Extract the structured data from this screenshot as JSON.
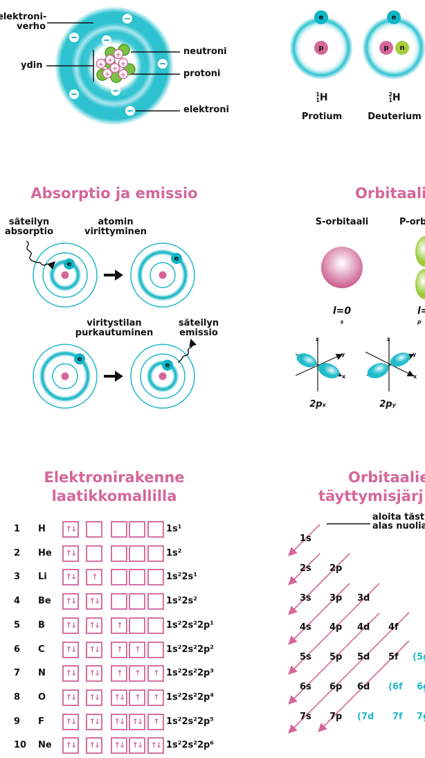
{
  "atom": {
    "labels": {
      "cloud_1": "elektroni-",
      "cloud_2": "verho",
      "nucleus": "ydin",
      "neutron": "neutroni",
      "proton": "protoni",
      "electron": "elektroni"
    }
  },
  "isotopes": [
    {
      "name": "Protium",
      "mass": "1",
      "atomic": "1",
      "symbol": "H",
      "particles": [
        "p"
      ],
      "electron": "e"
    },
    {
      "name": "Deuterium",
      "mass": "2",
      "atomic": "1",
      "symbol": "H",
      "particles": [
        "p",
        "n"
      ],
      "electron": "e"
    }
  ],
  "absorption": {
    "title": "Absorptio ja emissio",
    "abs_1": "säteilyn",
    "abs_2": "absorptio",
    "exc_1": "atomin",
    "exc_2": "virittyminen",
    "dec_1": "viritystilan",
    "dec_2": "purkautuminen",
    "emi_1": "säteilyn",
    "emi_2": "emissio",
    "electron": "e"
  },
  "orbitals": {
    "title": "Orbitaali",
    "s_label": "S-orbitaali",
    "p_label": "P-orb",
    "s_l": "l=0",
    "s_sub": "s",
    "p_l": "l=",
    "p_sub": "p",
    "px": "2p",
    "px_sub": "x",
    "py": "2p",
    "py_sub": "y",
    "axis_z": "z",
    "axis_y": "y",
    "axis_x": "x"
  },
  "boxes": {
    "title_1": "Elektronirakenne",
    "title_2": "laatikkomallilla",
    "rows": [
      {
        "n": "1",
        "sym": "H",
        "boxes": [
          "↑↓",
          "",
          "",
          "",
          ""
        ],
        "config": "1s¹"
      },
      {
        "n": "2",
        "sym": "He",
        "boxes": [
          "↑↓",
          "",
          "",
          "",
          ""
        ],
        "config": "1s²"
      },
      {
        "n": "3",
        "sym": "Li",
        "boxes": [
          "↑↓",
          "↑",
          "",
          "",
          ""
        ],
        "config": "1s²2s¹"
      },
      {
        "n": "4",
        "sym": "Be",
        "boxes": [
          "↑↓",
          "↑↓",
          "",
          "",
          ""
        ],
        "config": "1s²2s²"
      },
      {
        "n": "5",
        "sym": "B",
        "boxes": [
          "↑↓",
          "↑↓",
          "↑",
          "",
          ""
        ],
        "config": "1s²2s²2p¹"
      },
      {
        "n": "6",
        "sym": "C",
        "boxes": [
          "↑↓",
          "↑↓",
          "↑",
          "↑",
          ""
        ],
        "config": "1s²2s²2p²"
      },
      {
        "n": "7",
        "sym": "N",
        "boxes": [
          "↑↓",
          "↑↓",
          "↑",
          "↑",
          "↑"
        ],
        "config": "1s²2s²2p³"
      },
      {
        "n": "8",
        "sym": "O",
        "boxes": [
          "↑↓",
          "↑↓",
          "↑↓",
          "↑",
          "↑"
        ],
        "config": "1s²2s²2p⁴"
      },
      {
        "n": "9",
        "sym": "F",
        "boxes": [
          "↑↓",
          "↑↓",
          "↑↓",
          "↑↓",
          "↑"
        ],
        "config": "1s²2s²2p⁵"
      },
      {
        "n": "10",
        "sym": "Ne",
        "boxes": [
          "↑↓",
          "↑↓",
          "↑↓",
          "↑↓",
          "↑↓"
        ],
        "config": "1s²2s²2p⁶"
      }
    ]
  },
  "filling": {
    "title_1": "Orbitaalie",
    "title_2": "täyttymisjärj",
    "hint_1": "aloita täst",
    "hint_2": "alas nuolia",
    "grid": [
      [
        {
          "t": "1s"
        }
      ],
      [
        {
          "t": "2s"
        },
        {
          "t": "2p"
        }
      ],
      [
        {
          "t": "3s"
        },
        {
          "t": "3p"
        },
        {
          "t": "3d"
        }
      ],
      [
        {
          "t": "4s"
        },
        {
          "t": "4p"
        },
        {
          "t": "4d"
        },
        {
          "t": "4f"
        }
      ],
      [
        {
          "t": "5s"
        },
        {
          "t": "5p"
        },
        {
          "t": "5d"
        },
        {
          "t": "5f"
        },
        {
          "t": "(5g",
          "hl": true
        }
      ],
      [
        {
          "t": "6s"
        },
        {
          "t": "6p"
        },
        {
          "t": "6d"
        },
        {
          "t": "(6f",
          "hl": true
        },
        {
          "t": "6g",
          "hl": true
        }
      ],
      [
        {
          "t": "7s"
        },
        {
          "t": "7p"
        },
        {
          "t": "(7d",
          "hl": true
        },
        {
          "t": "7f",
          "hl": true
        },
        {
          "t": "7g",
          "hl": true
        }
      ]
    ]
  },
  "colors": {
    "pink": "#d4679a",
    "cyan": "#1fbccc",
    "green": "#9ccc3a"
  }
}
